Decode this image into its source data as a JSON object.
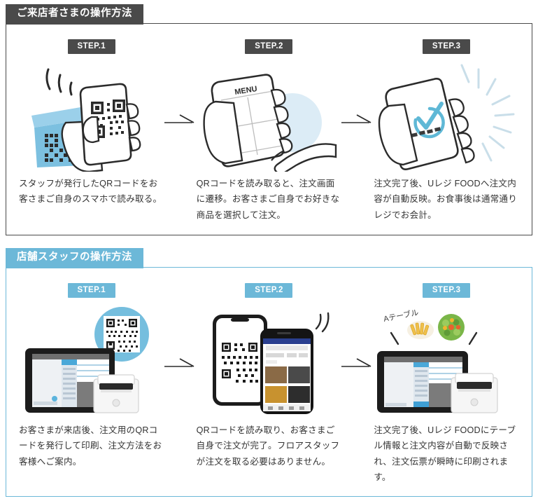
{
  "sections": [
    {
      "id": "customer",
      "title": "ご来店者さまの操作方法",
      "accent": "#4a4a4a",
      "steps": [
        {
          "badge": "STEP.1",
          "caption": "スタッフが発行したQRコードをお客さまご自身のスマホで読み取る。",
          "art": "hand-phone-scanning-qr"
        },
        {
          "badge": "STEP.2",
          "caption": "QRコードを読み取ると、注文画面に遷移。お客さまご自身でお好きな商品を選択して注文。",
          "art": "hand-phone-menu-tap",
          "phone_screen_label": "MENU"
        },
        {
          "badge": "STEP.3",
          "caption": "注文完了後、Uレジ FOODへ注文内容が自動反映。お食事後は通常通りレジでお会計。",
          "art": "hand-phone-order-complete-check"
        }
      ]
    },
    {
      "id": "staff",
      "title": "店舗スタッフの操作方法",
      "accent": "#6cb8d8",
      "steps": [
        {
          "badge": "STEP.1",
          "caption": "お客さまが来店後、注文用のQRコードを発行して印刷、注文方法をお客様へご案内。",
          "art": "tablet-printer-qr-bubble"
        },
        {
          "badge": "STEP.2",
          "caption": "QRコードを読み取り、お客さまご自身で注文が完了。フロアスタッフが注文を取る必要はありません。",
          "art": "two-phones-qr-and-menu-app"
        },
        {
          "badge": "STEP.3",
          "caption": "注文完了後、Uレジ FOODにテーブル情報と注文内容が自動で反映され、注文伝票が瞬時に印刷されます。",
          "art": "tablet-printer-table-order",
          "table_label": "Aテーブル"
        }
      ]
    }
  ],
  "icons": {
    "arrow": "arrow-right-icon",
    "qr": "qr-code-icon",
    "check": "check-circle-icon",
    "phone": "smartphone-icon",
    "tablet": "tablet-icon",
    "printer": "receipt-printer-icon"
  },
  "colors": {
    "dark": "#4a4a4a",
    "blue": "#6cb8d8",
    "light_blue": "#d9ecf6",
    "text": "#333333",
    "line": "#2b2b2b"
  }
}
